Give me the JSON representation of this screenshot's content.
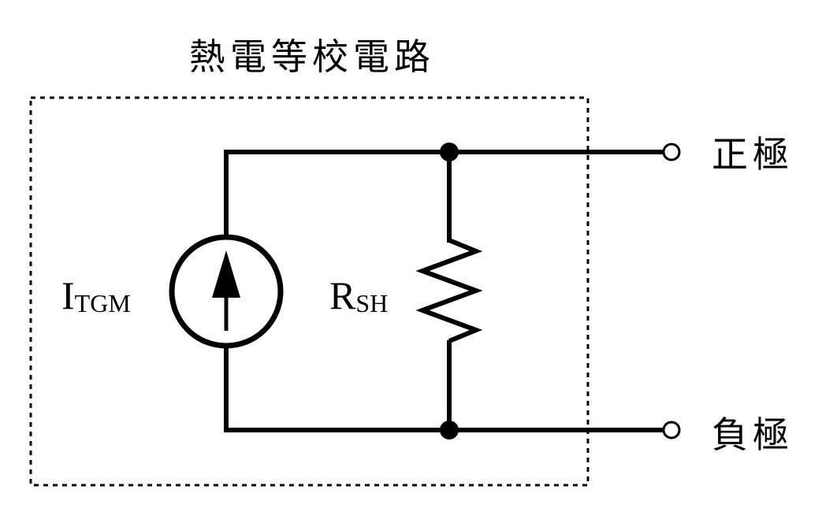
{
  "diagram": {
    "title": "熱電等校電路",
    "source_label": {
      "main": "I",
      "subscript": "TGM"
    },
    "resistor_label": {
      "main": "R",
      "subscript": "SH"
    },
    "terminals": {
      "positive": "正極",
      "negative": "負極"
    },
    "colors": {
      "line": "#000000",
      "background": "#ffffff"
    }
  }
}
